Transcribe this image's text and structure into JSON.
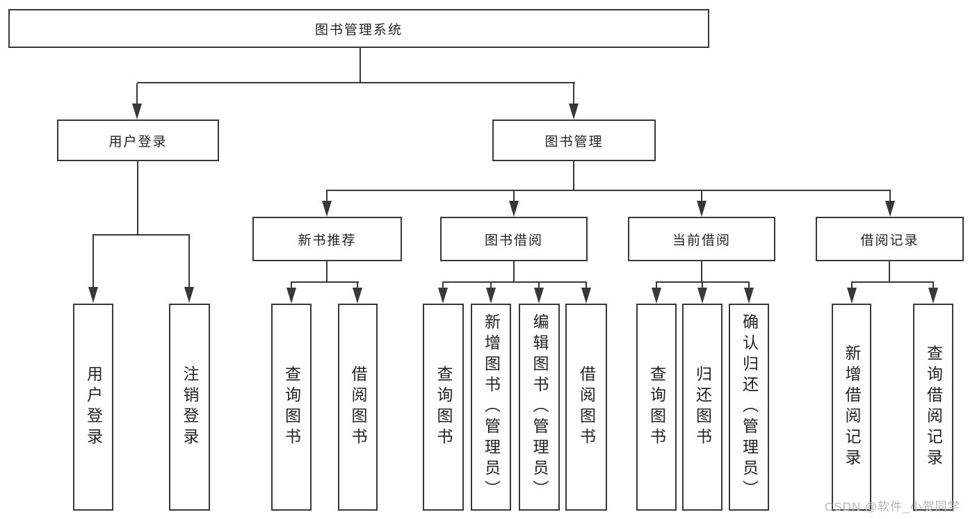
{
  "diagram": {
    "root": {
      "label": "图书管理系统"
    },
    "level2": [
      {
        "label": "用户登录"
      },
      {
        "label": "图书管理"
      }
    ],
    "level3": [
      {
        "label": "新书推荐"
      },
      {
        "label": "图书借阅"
      },
      {
        "label": "当前借阅"
      },
      {
        "label": "借阅记录"
      }
    ],
    "leaves": {
      "user_login": [
        "用户登录",
        "注销登录"
      ],
      "new_books": [
        "查询图书",
        "借阅图书"
      ],
      "book_borrow": [
        "查询图书",
        "新增图书（管理员）",
        "编辑图书（管理员）",
        "借阅图书"
      ],
      "current_borrow": [
        "查询图书",
        "归还图书",
        "确认归还（管理员）"
      ],
      "borrow_records": [
        "新增借阅记录",
        "查询借阅记录"
      ]
    },
    "watermark": "CSDN @软件_小贺同学",
    "colors": {
      "line": "#383838",
      "background": "#ffffff",
      "watermark_text": "#b3b6b9"
    }
  }
}
